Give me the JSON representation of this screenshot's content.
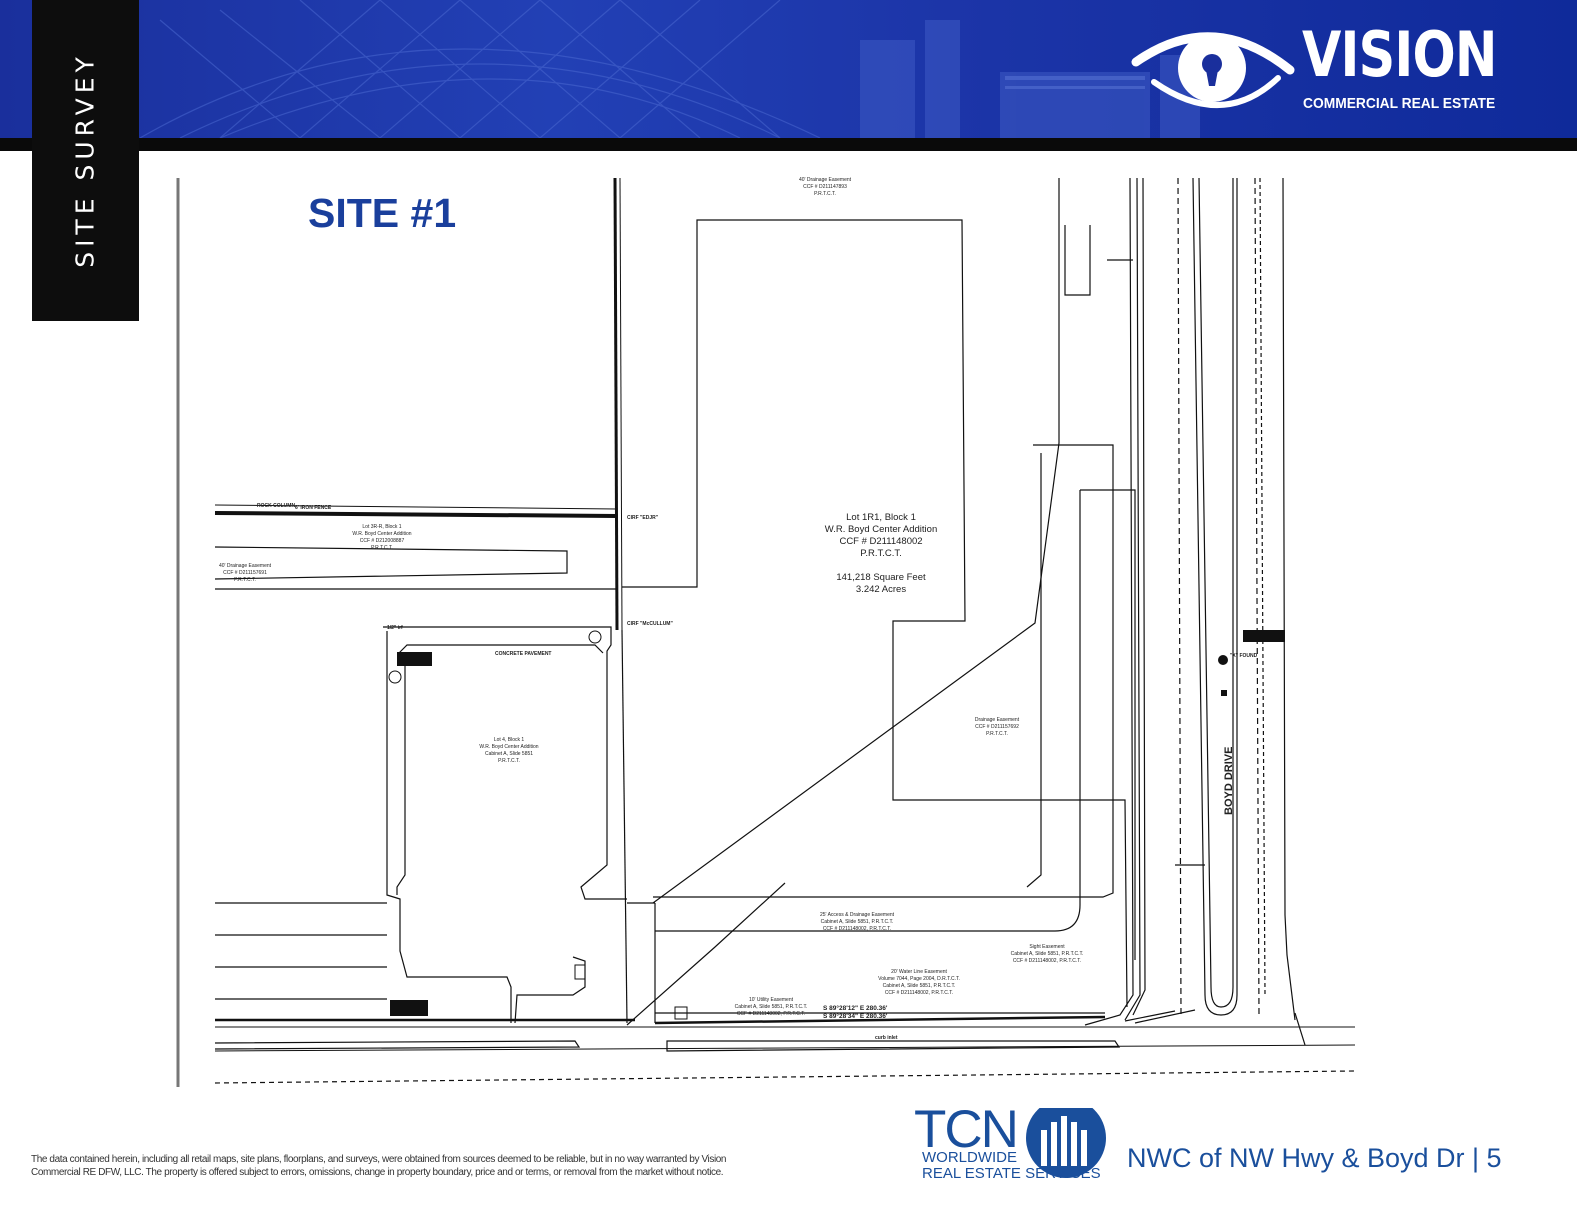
{
  "header": {
    "side_tab": "SITE SURVEY",
    "brand_word": "VISION",
    "brand_sub": "COMMERCIAL REAL ESTATE"
  },
  "main": {
    "site_title": "SITE #1",
    "survey": {
      "lot_main": [
        "Lot 1R1, Block 1",
        "W.R. Boyd Center Addition",
        "CCF # D211148002",
        "P.R.T.C.T.",
        "",
        "141,218 Square Feet",
        "3.242 Acres"
      ],
      "lot_left": [
        "Lot 4, Block 1",
        "W.R. Boyd Center Addition",
        "Cabinet A, Slide 5851",
        "P.R.T.C.T."
      ],
      "lot_top": [
        "Lot 3R-R, Block 1",
        "W.R. Boyd Center Addition",
        "CCF # D212008887",
        "P.R.T.C.T."
      ],
      "drainage_top": [
        "40' Drainage Easement",
        "CCF # D211147893",
        "P.R.T.C.T."
      ],
      "drainage_left": [
        "40' Drainage Easement",
        "CCF # D211157691",
        "P.R.T.C.T."
      ],
      "drainage_mid": [
        "Drainage Easement",
        "CCF # D211157692",
        "P.R.T.C.T."
      ],
      "access_easement": [
        "25' Access & Drainage Easement",
        "Cabinet A, Slide 5851, P.R.T.C.T.",
        "CCF # D211148002, P.R.T.C.T."
      ],
      "water_easement": [
        "20' Water Line Easement",
        "Volume 7044, Page 2004, D.R.T.C.T.",
        "Cabinet A, Slide 5851, P.R.T.C.T.",
        "CCF # D211148002, P.R.T.C.T."
      ],
      "sight_easement": [
        "Sight Easement",
        "Cabinet A, Slide 5851, P.R.T.C.T.",
        "CCF # D211148002, P.R.T.C.T."
      ],
      "utility_easement": [
        "10' Utility Easement",
        "Cabinet A, Slide 5851, P.R.T.C.T.",
        "CCF # D211148002, P.R.T.C.T."
      ],
      "street": "BOYD DRIVE",
      "bearing_1": "S 89°28'12\" E  280.36'",
      "bearing_2": "S 89°28'34\" E  280.36'",
      "marks": {
        "cirf_edjr": "CIRF \"EDJR\"",
        "cirf_mccullum": "CIRF \"McCULLUM\"",
        "half_irf": "1/2\" irf",
        "found": "\"X\" FOUND",
        "concrete": "CONCRETE PAVEMENT",
        "iron_fence": "6' IRON FENCE",
        "rock_column": "ROCK COLUMN",
        "curb_inlet": "curb inlet"
      }
    }
  },
  "footer": {
    "disclaimer": "The data contained herein, including all retail maps, site plans, floorplans, and surveys, were obtained from sources deemed to be reliable, but in no way warranted by Vision Commercial RE DFW, LLC. The property is offered subject to errors, omissions, change in property boundary, price and or terms, or removal from the market without notice.",
    "tcn_letters": "TCN",
    "tcn_line1": "WORLDWIDE",
    "tcn_line2": "REAL ESTATE SERVICES",
    "page_title": "NWC of NW Hwy & Boyd Dr | 5"
  }
}
